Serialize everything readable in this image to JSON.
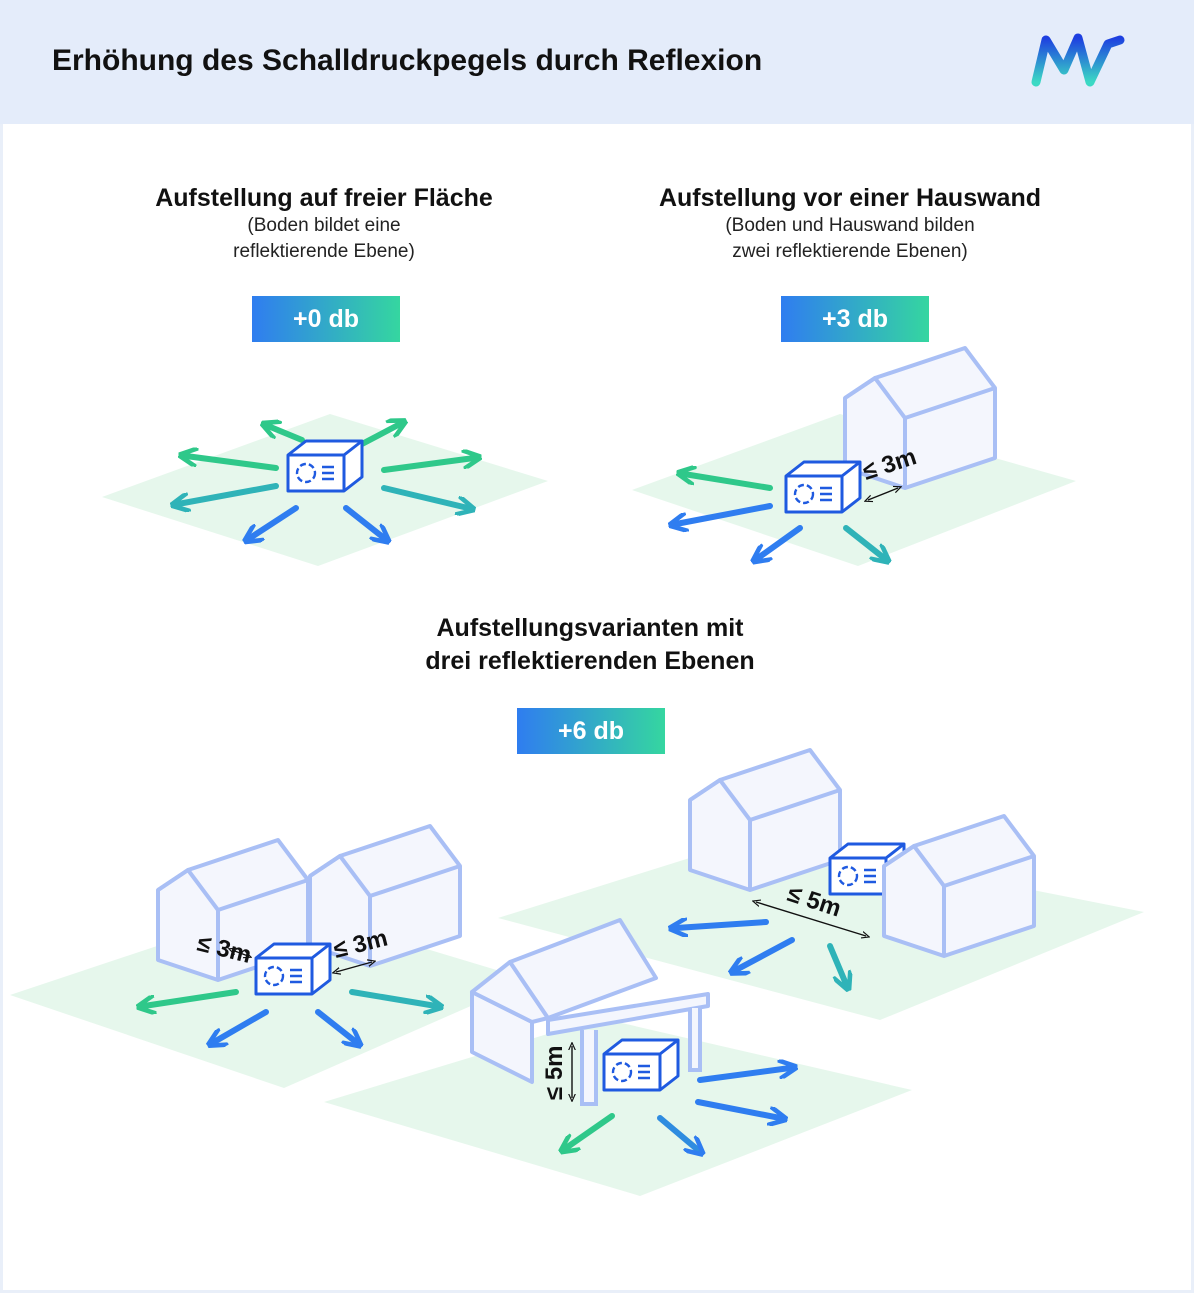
{
  "header": {
    "title": "Erhöhung des Schalldruckpegels durch Reflexion"
  },
  "scenario_free": {
    "heading": "Aufstellung auf freier Fläche",
    "sub_line1": "(Boden bildet eine",
    "sub_line2": "reflektierende Ebene)",
    "badge": "+0 db"
  },
  "scenario_wall": {
    "heading": "Aufstellung vor einer Hauswand",
    "sub_line1": "(Boden und Hauswand bilden",
    "sub_line2": "zwei reflektierende Ebenen)",
    "badge": "+3 db",
    "distance": "≤ 3m"
  },
  "scenario_three": {
    "heading_line1": "Aufstellungsvarianten mit",
    "heading_line2": "drei reflektierenden Ebenen",
    "badge": "+6 db",
    "left_distance_a": "≤ 3m",
    "left_distance_b": "≤ 3m",
    "right_distance": "≤ 5m",
    "carport_height": "≤ 5m"
  },
  "colors": {
    "ground": "#e6f7ec",
    "house_stroke": "#a9bff5",
    "unit": "#1f5ae0",
    "gradient_start": "#2f7df0",
    "gradient_end": "#35d6a0"
  }
}
